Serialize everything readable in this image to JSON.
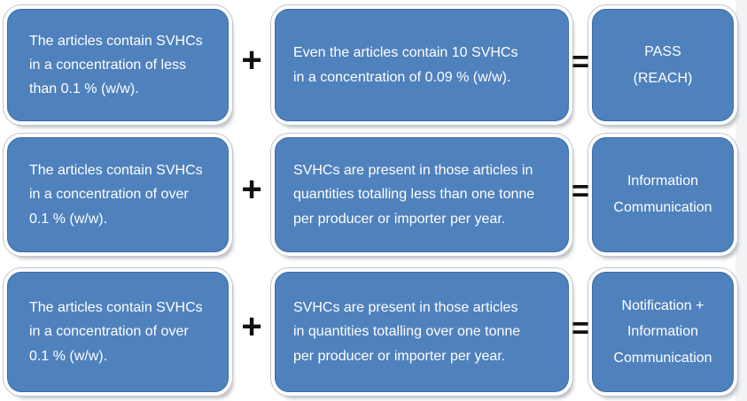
{
  "colors": {
    "box_fill": "#4f81bd",
    "box_border": "#3a6ca6",
    "white_ring": "#ffffff",
    "ring_outline": "#c0c6cc",
    "shadow": "#7d8591",
    "operator": "#111111",
    "box_text": "#ffffff",
    "page_background": "#ffffff",
    "right_edge_strip": "#f2f3f5"
  },
  "rows": [
    {
      "condition1": "The articles contain SVHCs\nin a concentration of less\nthan 0.1 % (w/w).",
      "plus": "+",
      "condition2": "Even the articles contain 10 SVHCs\nin a concentration of 0.09 % (w/w).",
      "equals": "=",
      "result": "PASS\n(REACH)"
    },
    {
      "condition1": "The articles contain SVHCs\nin a concentration of over\n0.1 % (w/w).",
      "plus": "+",
      "condition2": "SVHCs are present in those articles in\nquantities totalling less than one tonne\nper producer or importer per year.",
      "equals": "=",
      "result": "Information\nCommunication"
    },
    {
      "condition1": "The articles contain SVHCs\nin a concentration of over\n0.1 % (w/w).",
      "plus": "+",
      "condition2": "SVHCs are present in those articles\nin quantities totalling over one tonne\nper producer or importer per year.",
      "equals": "=",
      "result": "Notification +\nInformation\nCommunication"
    }
  ]
}
